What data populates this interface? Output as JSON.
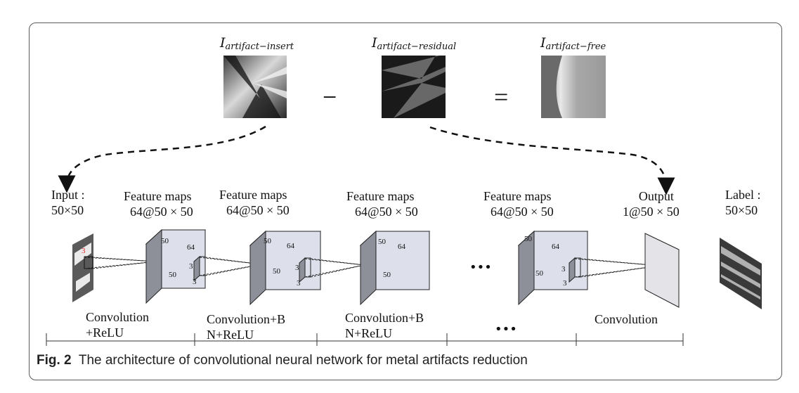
{
  "top": {
    "insert": {
      "symbol": "I",
      "subscript": "artifact−insert"
    },
    "residual": {
      "symbol": "I",
      "subscript": "artifact−residual"
    },
    "free": {
      "symbol": "I",
      "subscript": "artifact−free"
    },
    "minus": "−",
    "equals": "="
  },
  "stages": {
    "input": {
      "line1": "Input :",
      "line2": "50×50"
    },
    "fm1": {
      "line1": "Feature maps",
      "line2": "64@50 × 50"
    },
    "fm2": {
      "line1": "Feature maps",
      "line2": "64@50 × 50"
    },
    "fm3": {
      "line1": "Feature maps",
      "line2": "64@50 × 50"
    },
    "fm4": {
      "line1": "Feature maps",
      "line2": "64@50 × 50"
    },
    "output": {
      "line1": "Output",
      "line2": "1@50 × 50"
    },
    "label": {
      "line1": "Label :",
      "line2": "50×50"
    }
  },
  "cube_labels": {
    "depth": "50",
    "width": "64",
    "height": "50",
    "kernel": "3"
  },
  "ellipsis": "•••",
  "operations": {
    "op1": {
      "line1": "Convolution",
      "line2": "+ReLU"
    },
    "op2": {
      "line1": "Convolution+B",
      "line2": "N+ReLU"
    },
    "op3": {
      "line1": "Convolution+B",
      "line2": "N+ReLU"
    },
    "op4": "•••",
    "op5": "Convolution"
  },
  "caption": {
    "fig": "Fig. 2",
    "text": "The architecture of convolutional neural network for metal artifacts reduction"
  },
  "colors": {
    "cube_front": "#dde0ea",
    "cube_top": "#c9ccd6",
    "cube_side": "#8e9099",
    "frame": "#5a5a5a"
  }
}
